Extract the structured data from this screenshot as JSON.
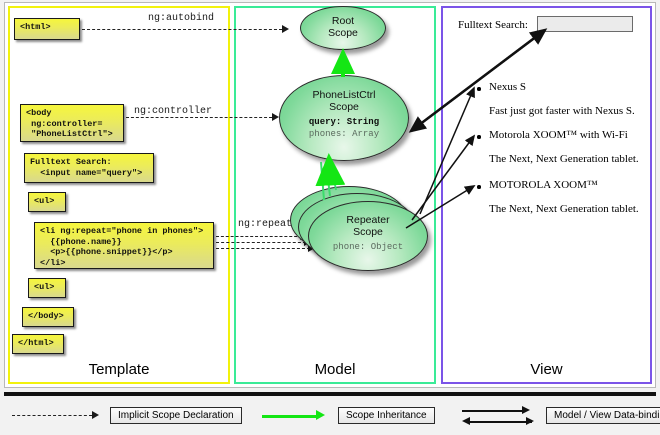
{
  "panels": {
    "template": {
      "title": "Template",
      "border_color": "#f2f20c"
    },
    "model": {
      "title": "Model",
      "border_color": "#3aeb97"
    },
    "view": {
      "title": "View",
      "border_color": "#7b54e8"
    }
  },
  "template_boxes": [
    {
      "id": "html-open",
      "text": "<html>"
    },
    {
      "id": "body-open",
      "text": "<body\n ng:controller=\n \"PhoneListCtrl\">"
    },
    {
      "id": "search",
      "text": "Fulltext Search:\n  <input name=\"query\">"
    },
    {
      "id": "ul-open",
      "text": "<ul>"
    },
    {
      "id": "li-repeat",
      "text": "<li ng:repeat=\"phone in phones\">\n  {{phone.name}}\n  <p>{{phone.snippet}}</p>\n</li>"
    },
    {
      "id": "ul-close",
      "text": "<ul>"
    },
    {
      "id": "body-close",
      "text": "</body>"
    },
    {
      "id": "html-close",
      "text": "</html>"
    }
  ],
  "edge_labels": {
    "autobind": "ng:autobind",
    "controller": "ng:controller",
    "repeat": "ng:repeat"
  },
  "scopes": [
    {
      "id": "root",
      "name": "Root\nScope",
      "props": []
    },
    {
      "id": "phonelistctrl",
      "name": "PhoneListCtrl\nScope",
      "props": [
        {
          "text": "query: String",
          "emphasis": "strong"
        },
        {
          "text": "phones: Array",
          "emphasis": "dim"
        }
      ]
    },
    {
      "id": "repeater",
      "name": "Repeater\nScope",
      "props": [
        {
          "text": "phone: Object",
          "emphasis": "dim"
        }
      ]
    }
  ],
  "view": {
    "search_label": "Fulltext Search:",
    "search_value": "",
    "items": [
      {
        "name": "Nexus S",
        "snippet": "Fast just got faster with Nexus S."
      },
      {
        "name": "Motorola XOOM™  with Wi-Fi",
        "snippet": "The Next, Next Generation tablet."
      },
      {
        "name": "MOTOROLA XOOM™",
        "snippet": "The Next, Next Generation tablet."
      }
    ]
  },
  "legend": [
    {
      "id": "implicit-scope-declaration",
      "label": "Implicit Scope Declaration",
      "style": "dashed-black"
    },
    {
      "id": "scope-inheritance",
      "label": "Scope Inheritance",
      "style": "solid-green"
    },
    {
      "id": "model-view-data-binding",
      "label": "Model / View Data-binding",
      "style": "double-black"
    }
  ],
  "colors": {
    "template_border": "#f2f20c",
    "model_border": "#3aeb97",
    "view_border": "#7b54e8",
    "code_fill": "#ebeb5c",
    "scope_fill": "#7fd99a",
    "inheritance_arrow": "#14e614"
  }
}
